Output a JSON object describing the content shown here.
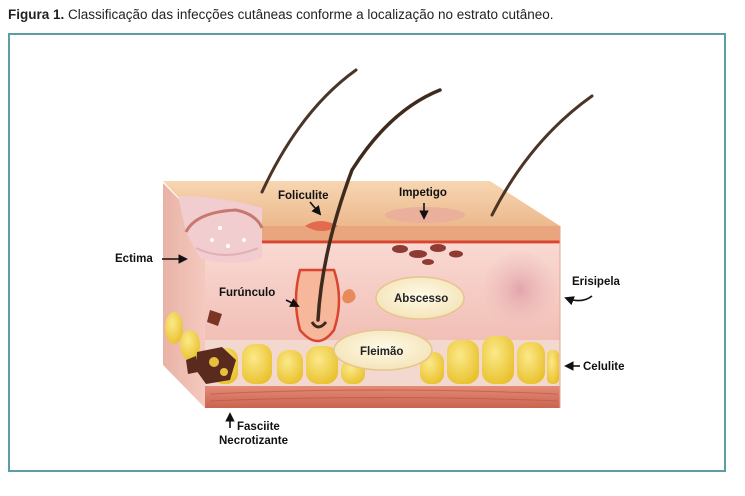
{
  "caption": {
    "prefix": "Figura 1.",
    "text": " Classificação das infecções cutâneas conforme a localização no estrato cutâneo."
  },
  "labels": {
    "foliculite": "Foliculite",
    "impetigo": "Impetigo",
    "ectima": "Ectima",
    "erisipela": "Erisipela",
    "furunculo": "Furúnculo",
    "abscesso": "Abscesso",
    "fleimao": "Fleimão",
    "celulite": "Celulite",
    "fasciite_1": "Fasciite",
    "fasciite_2": "Necrotizante"
  },
  "colors": {
    "frame": "#5b9ea6",
    "epidermis": "#f0c39a",
    "dermis": "#f6cfc8",
    "fat": "#f4d24a",
    "muscle": "#d87a6a",
    "border_red": "#d9452e"
  }
}
